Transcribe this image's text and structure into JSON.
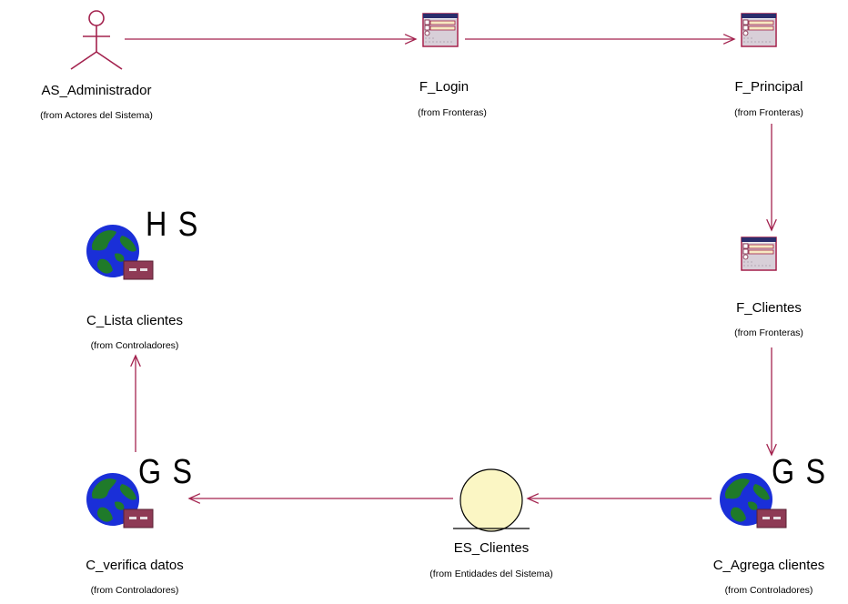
{
  "colors": {
    "arrow": "#a3224e",
    "boundary_frame": "#a21d48",
    "boundary_header": "#2b2d6c",
    "boundary_field": "#f6e9c2",
    "globe_ocean": "#1a2fd8",
    "globe_land": "#1f7a2a",
    "server_fill": "#8e3a55",
    "entity_fill": "#fbf6c4"
  },
  "nodes": {
    "admin": {
      "type": "actor",
      "icon": "actor-stick-figure-icon",
      "label": "AS_Administrador",
      "from": "(from Actores del Sistema)"
    },
    "login": {
      "type": "boundary",
      "icon": "boundary-form-icon",
      "label": "F_Login",
      "from": "(from Fronteras)"
    },
    "principal": {
      "type": "boundary",
      "icon": "boundary-form-icon",
      "label": "F_Principal",
      "from": "(from Fronteras)"
    },
    "clientes_form": {
      "type": "boundary",
      "icon": "boundary-form-icon",
      "label": "F_Clientes",
      "from": "(from Fronteras)"
    },
    "lista": {
      "type": "control",
      "icon": "globe-server-icon",
      "stereotype": "H S",
      "label": "C_Lista clientes",
      "from": "(from Controladores)"
    },
    "verifica": {
      "type": "control",
      "icon": "globe-server-icon",
      "stereotype": "G S",
      "label": "C_verifica datos",
      "from": "(from Controladores)"
    },
    "entidad": {
      "type": "entity",
      "icon": "entity-circle-icon",
      "label": "ES_Clientes",
      "from": "(from Entidades del Sistema)"
    },
    "agrega": {
      "type": "control",
      "icon": "globe-server-icon",
      "stereotype": "G S",
      "label": "C_Agrega clientes",
      "from": "(from Controladores)"
    }
  },
  "edges": [
    {
      "from": "admin",
      "to": "login"
    },
    {
      "from": "login",
      "to": "principal"
    },
    {
      "from": "principal",
      "to": "clientes_form"
    },
    {
      "from": "clientes_form",
      "to": "agrega"
    },
    {
      "from": "agrega",
      "to": "entidad"
    },
    {
      "from": "entidad",
      "to": "verifica"
    },
    {
      "from": "verifica",
      "to": "lista"
    }
  ]
}
